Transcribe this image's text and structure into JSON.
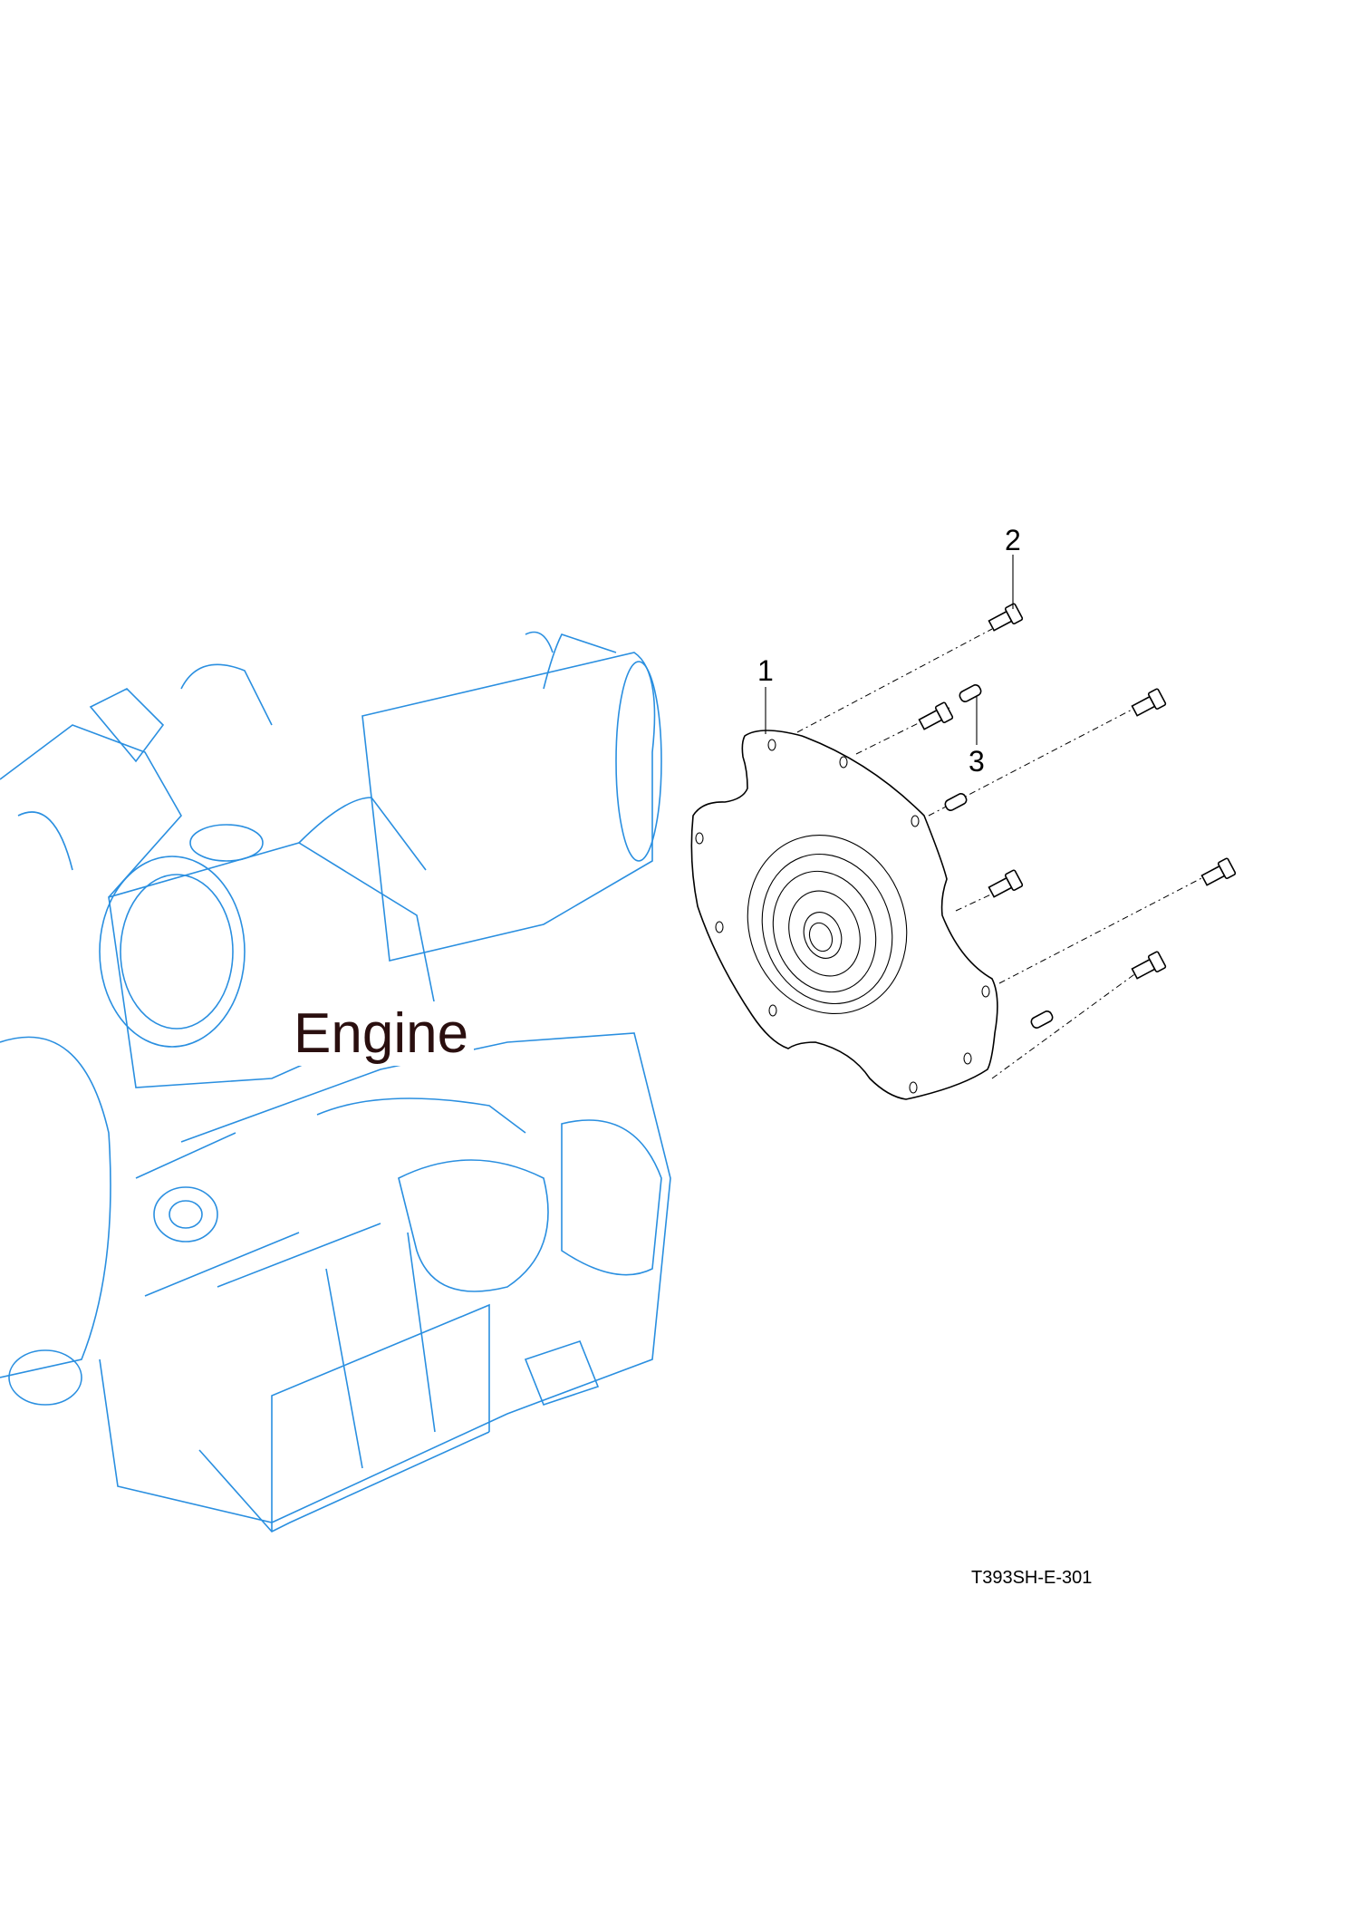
{
  "diagram": {
    "engine_label": "Engine",
    "drawing_number": "T393SH-E-301",
    "callouts": [
      "1",
      "2",
      "3"
    ],
    "colors": {
      "engine_lines": "#2a8fe0",
      "parts": "#000000",
      "engine_label": "#2a0f0f"
    }
  }
}
